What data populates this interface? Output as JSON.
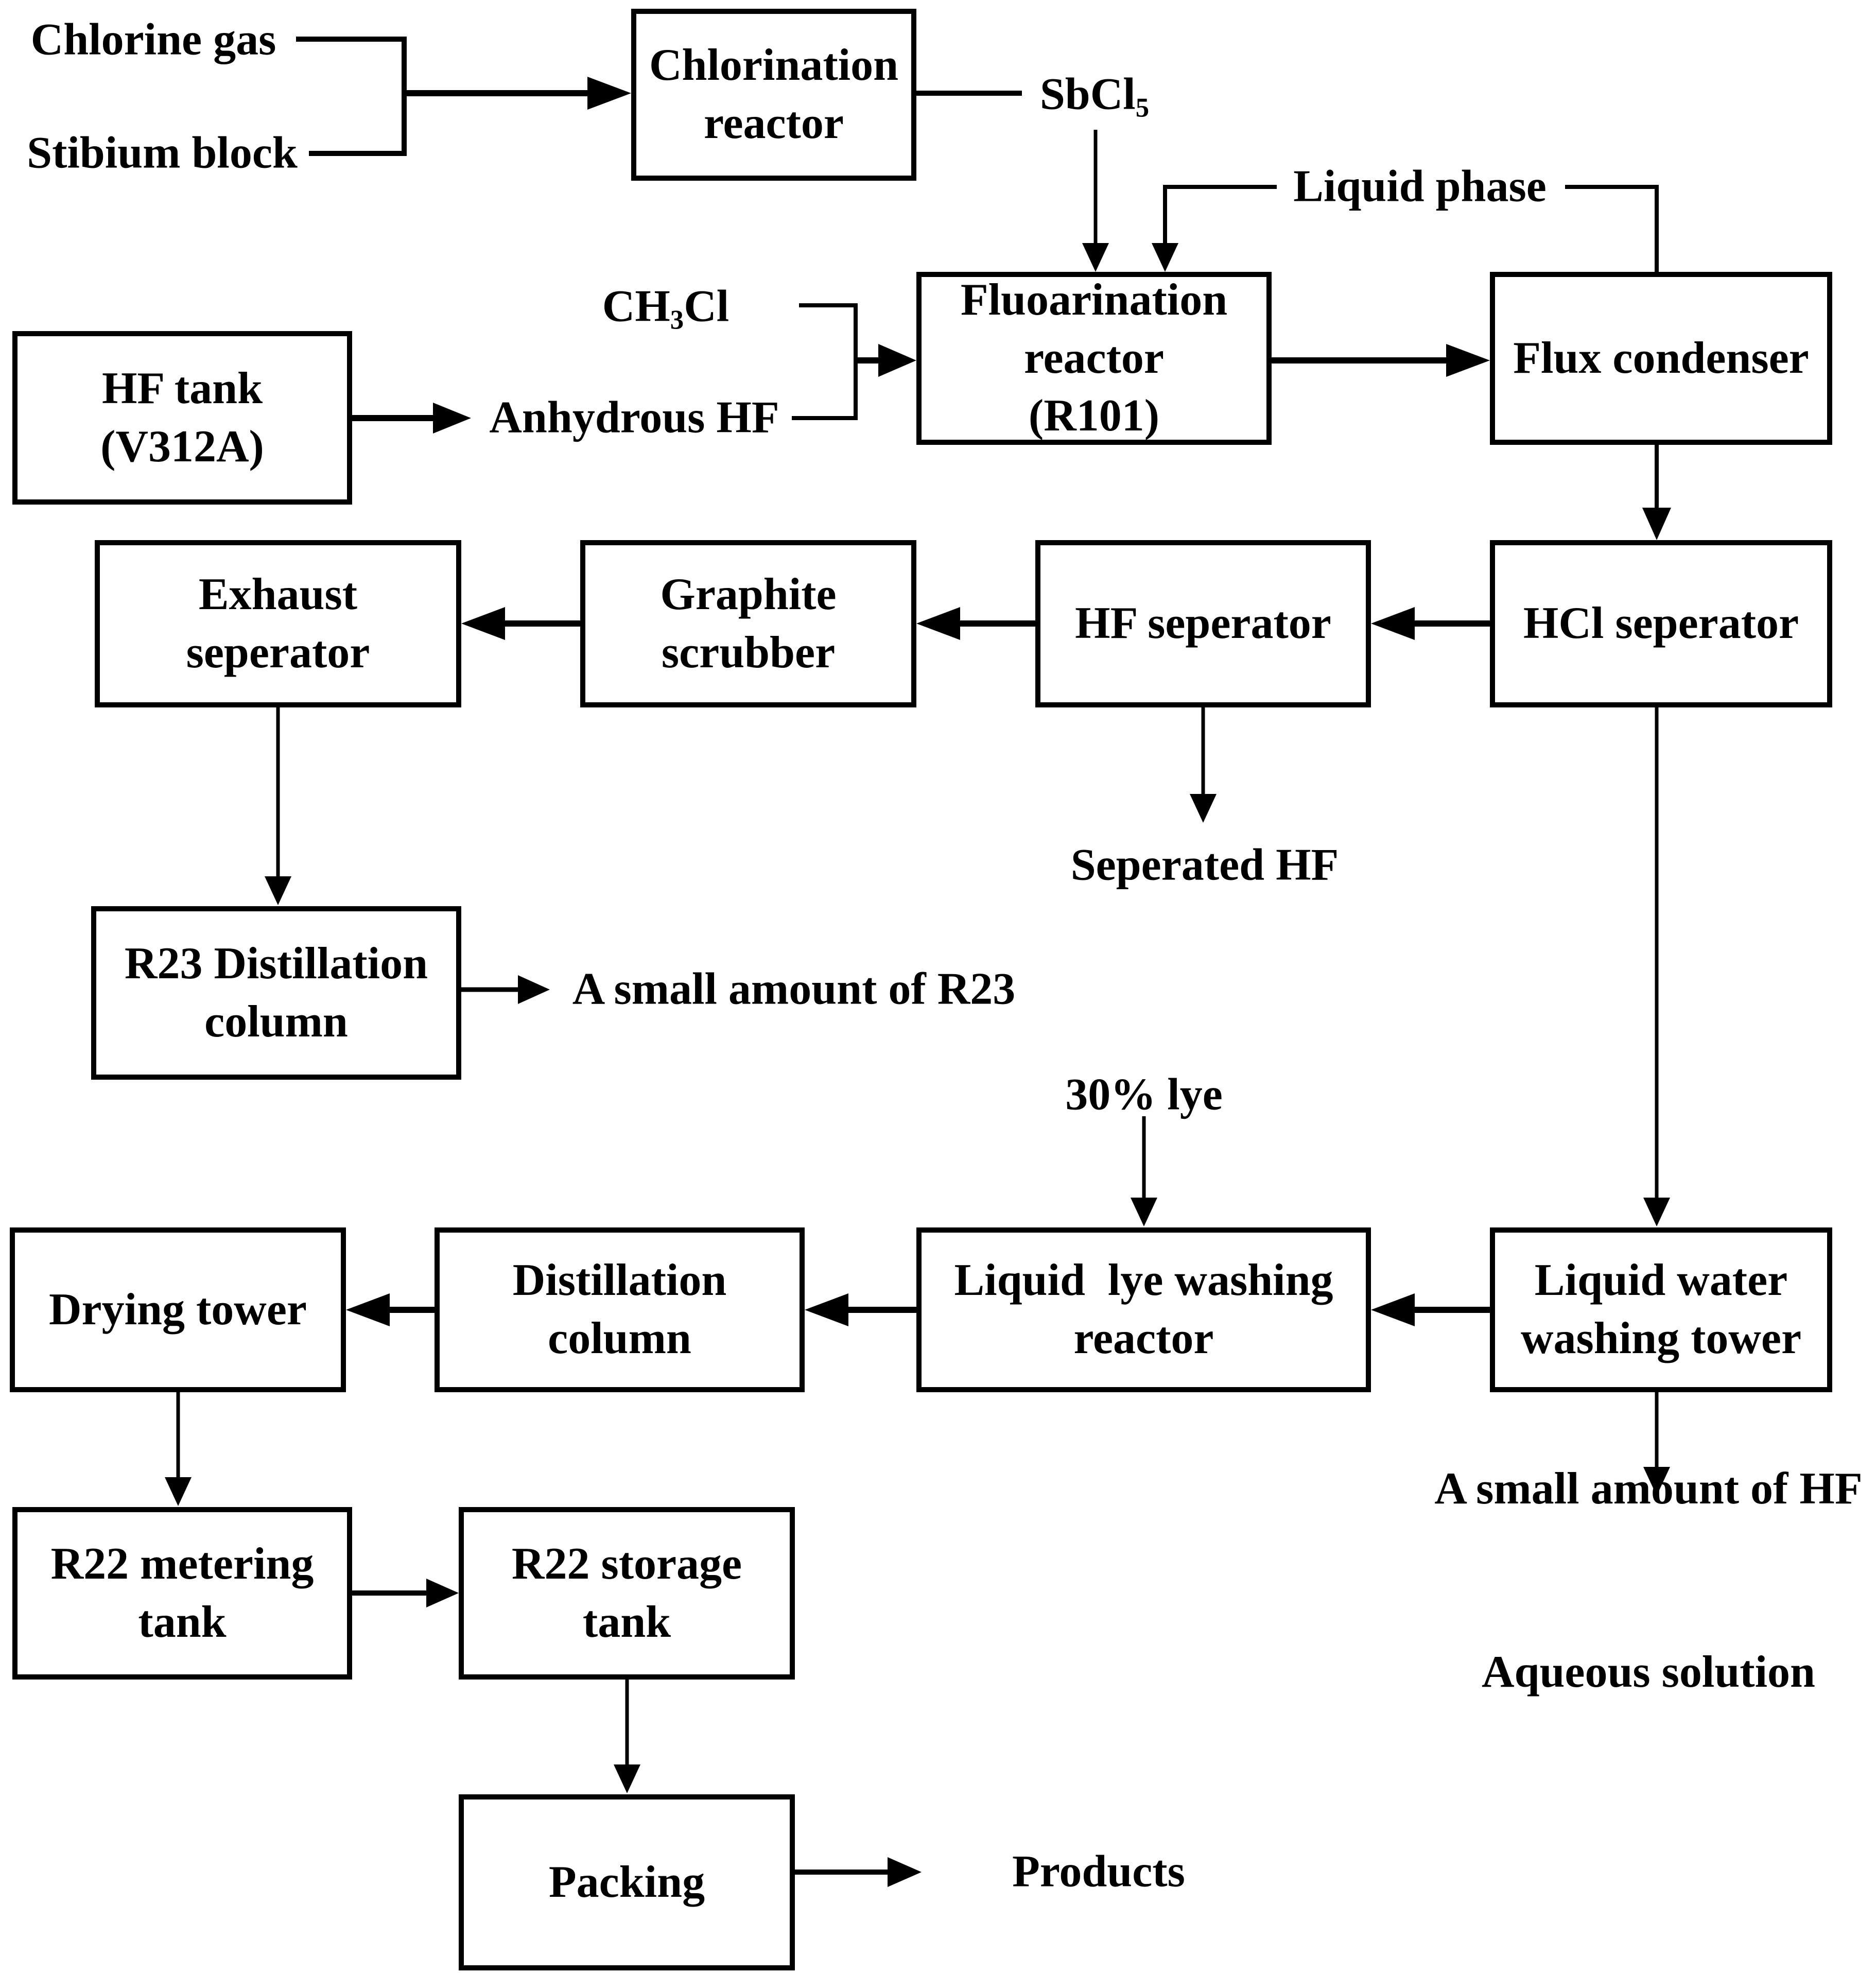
{
  "colors": {
    "ink": "#000000",
    "background": "#ffffff"
  },
  "nodes": {
    "chlorination_reactor": {
      "line1": "Chlorination",
      "line2": "reactor"
    },
    "hf_tank": {
      "line1": "HF tank",
      "line2": "(V312A)"
    },
    "fluoarination_reactor": {
      "line1": "Fluoarination",
      "line2": "reactor",
      "line3": "(R101)"
    },
    "flux_condenser": {
      "line1": "Flux condenser"
    },
    "hcl_seperator": {
      "line1": "HCl seperator"
    },
    "hf_seperator": {
      "line1": "HF seperator"
    },
    "graphite_scrubber": {
      "line1": "Graphite",
      "line2": "scrubber"
    },
    "exhaust_seperator": {
      "line1": "Exhaust",
      "line2": "seperator"
    },
    "r23_distillation_column": {
      "line1": "R23 Distillation",
      "line2": "column"
    },
    "drying_tower": {
      "line1": "Drying tower"
    },
    "distillation_column": {
      "line1": "Distillation",
      "line2": "column"
    },
    "liquid_lye_washing_reactor": {
      "line1": "Liquid  lye washing",
      "line2": "reactor"
    },
    "liquid_water_washing_tower": {
      "line1": "Liquid water",
      "line2": "washing tower"
    },
    "r22_metering_tank": {
      "line1": "R22 metering",
      "line2": "tank"
    },
    "r22_storage_tank": {
      "line1": "R22 storage",
      "line2": "tank"
    },
    "packing": {
      "line1": "Packing"
    }
  },
  "labels": {
    "chlorine_gas": "Chlorine gas",
    "stibium_block": "Stibium block",
    "sbcl5": {
      "pre": "SbCl",
      "sub": "5"
    },
    "liquid_phase": "Liquid phase",
    "ch3cl": {
      "pre": "CH",
      "sub": "3",
      "post": "Cl"
    },
    "anhydrous_hf": "Anhydrous HF",
    "seperated_hf": "Seperated HF",
    "small_r23": "A small amount of R23",
    "lye": "30% lye",
    "small_hf_line1": "A small amount of HF",
    "small_hf_line2": "Aqueous solution",
    "products": "Products"
  }
}
